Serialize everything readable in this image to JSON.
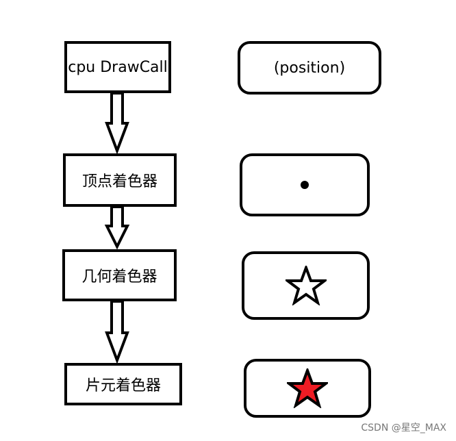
{
  "diagram": {
    "pipeline": [
      {
        "id": "cpu-drawcall",
        "label": "cpu DrawCall"
      },
      {
        "id": "vertex-shader",
        "label": "顶点着色器"
      },
      {
        "id": "geometry-shader",
        "label": "几何着色器"
      },
      {
        "id": "fragment-shader",
        "label": "片元着色器"
      }
    ],
    "outputs": [
      {
        "id": "position",
        "label": "(position)",
        "icon": "text"
      },
      {
        "id": "point",
        "icon": "point-icon"
      },
      {
        "id": "star-outline",
        "icon": "star-outline-icon"
      },
      {
        "id": "star-filled",
        "icon": "star-filled-icon",
        "fill": "#ee1c24"
      }
    ]
  },
  "watermark": "CSDN @星空_MAX"
}
